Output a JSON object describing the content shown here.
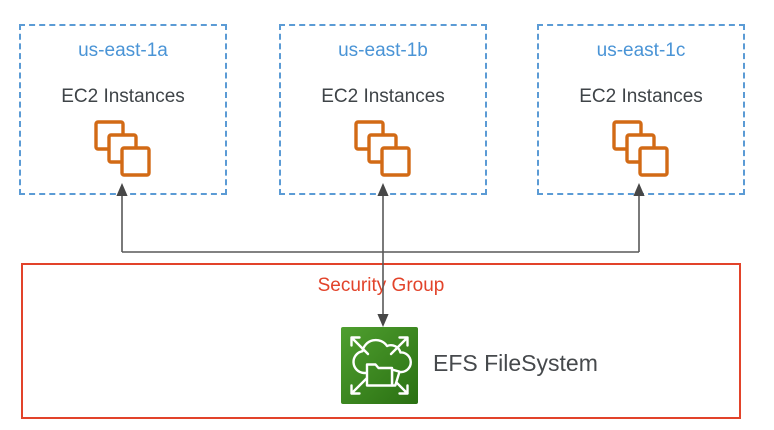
{
  "zones": [
    {
      "name": "us-east-1a",
      "service": "EC2 Instances"
    },
    {
      "name": "us-east-1b",
      "service": "EC2 Instances"
    },
    {
      "name": "us-east-1c",
      "service": "EC2 Instances"
    }
  ],
  "security_group": {
    "label": "Security Group"
  },
  "efs": {
    "label": "EFS FileSystem"
  },
  "icons": {
    "ec2": "ec2-instances-icon",
    "efs": "efs-filesystem-icon"
  },
  "colors": {
    "az_border": "#5b9bd5",
    "az_label": "#4a94d6",
    "service_label": "#3f4448",
    "ec2_icon": "#d26a15",
    "connector": "#595959",
    "connector_head": "#474747",
    "security_group": "#e2432a",
    "efs_green_light": "#4f9f2f",
    "efs_green_dark": "#2a7012",
    "efs_label": "#46494c"
  }
}
